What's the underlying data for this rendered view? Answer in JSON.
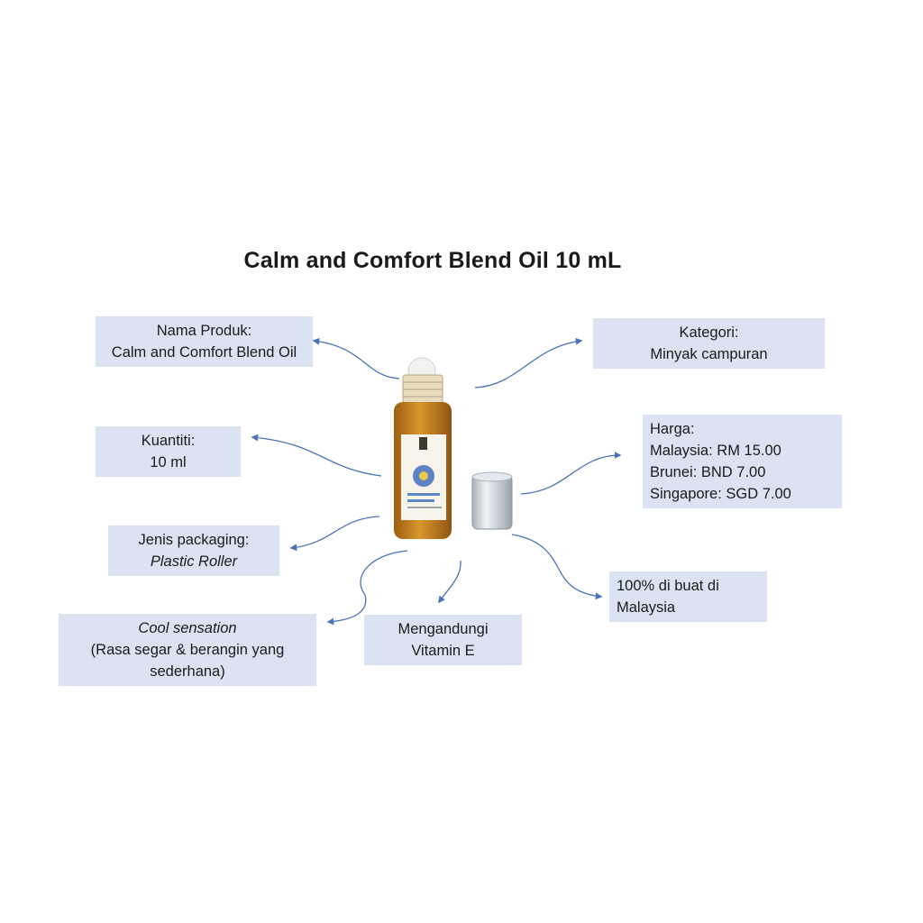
{
  "title": "Calm and Comfort Blend Oil 10 mL",
  "boxes": {
    "nama": {
      "label": "Nama Produk:",
      "value": "Calm and Comfort Blend Oil"
    },
    "kategori": {
      "label": "Kategori:",
      "value": "Minyak campuran"
    },
    "kuantiti": {
      "label": "Kuantiti:",
      "value": "10 ml"
    },
    "harga": {
      "label": "Harga:",
      "malaysia": "Malaysia: RM 15.00",
      "brunei": "Brunei: BND 7.00",
      "singapore": "Singapore: SGD 7.00"
    },
    "packaging": {
      "label": "Jenis packaging:",
      "value": "Plastic Roller"
    },
    "made": {
      "line1": "100% di buat di",
      "line2": "Malaysia"
    },
    "cool": {
      "label": "Cool sensation",
      "line1": "(Rasa segar & berangin yang",
      "line2": "sederhana)"
    },
    "vitamin": {
      "line1": "Mengandungi",
      "line2": "Vitamin E"
    }
  },
  "colors": {
    "box_bg": "#dbe3f2",
    "arrow": "#4a72b8",
    "oil": "#c9821e",
    "cap": "#c9cfd6"
  }
}
